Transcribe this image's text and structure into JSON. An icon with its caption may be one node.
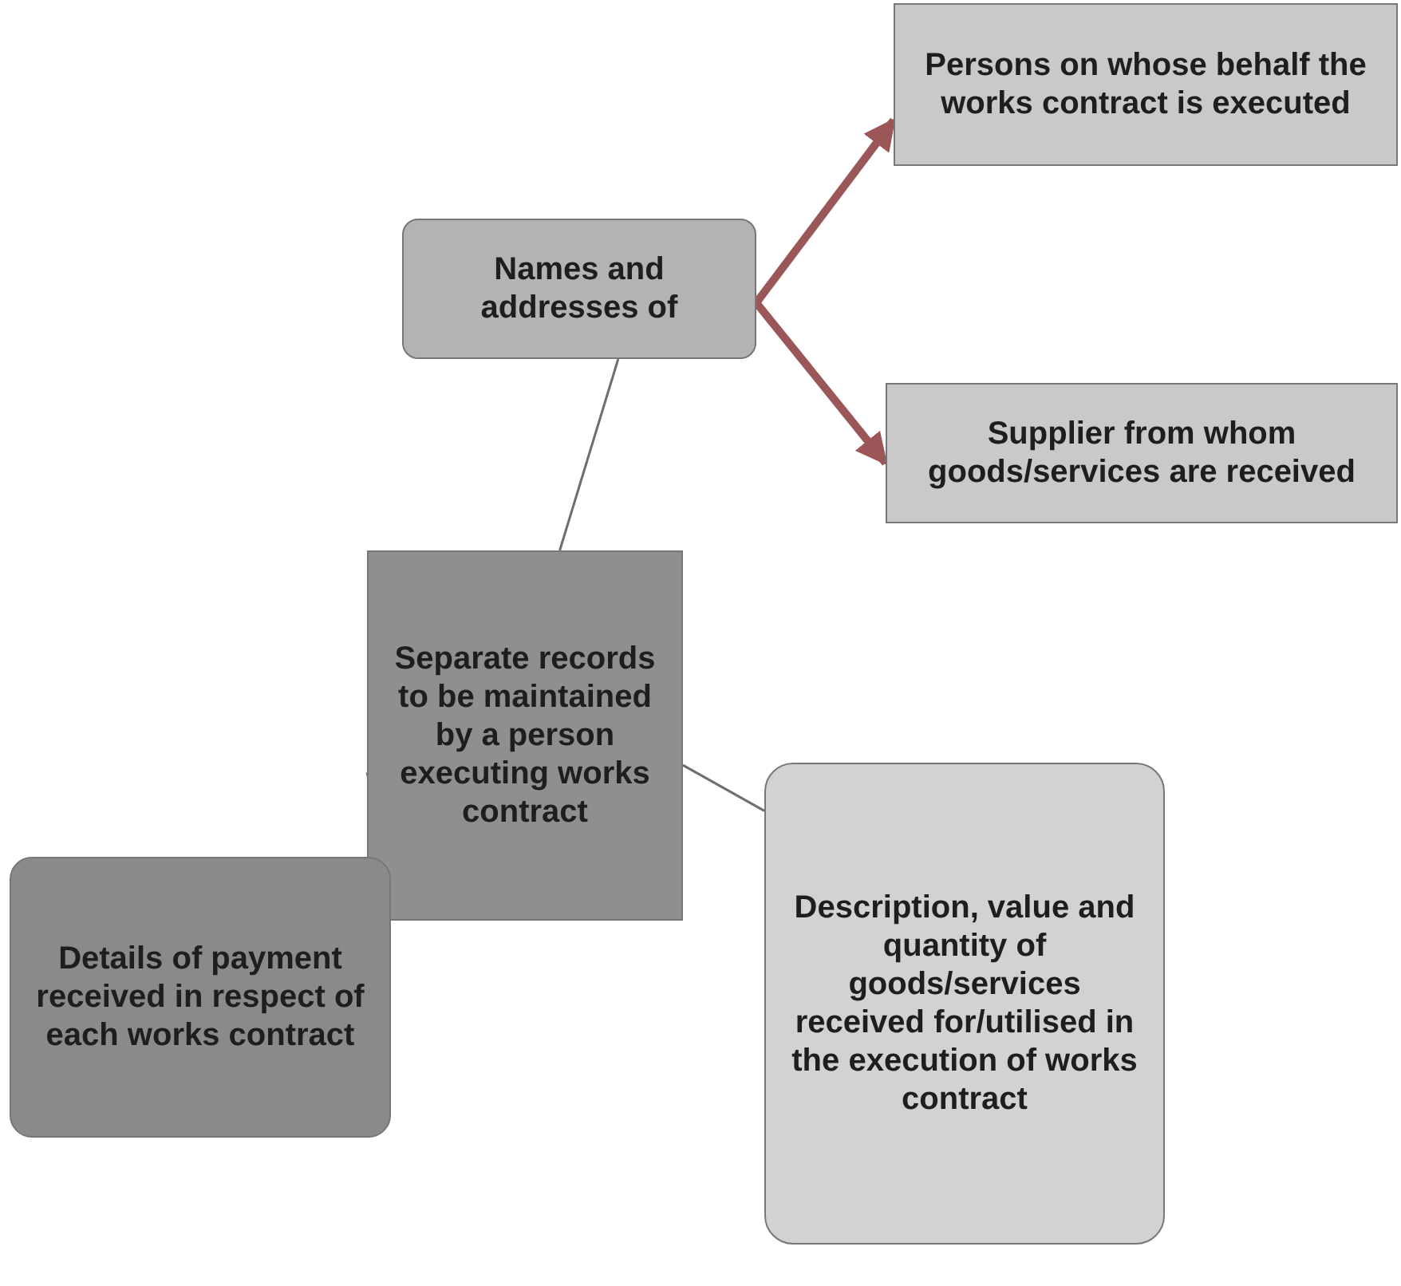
{
  "diagram": {
    "nodes": [
      {
        "text": [
          "Names and addresses of"
        ]
      },
      {
        "text": [
          "Persons on whose behalf the works contract is executed"
        ]
      },
      {
        "text": [
          "Supplier from whom goods/services are received"
        ]
      },
      {
        "text": [
          "Separate records to be maintained by a person executing works contract"
        ]
      },
      {
        "text": [
          "Details of payment received in respect of each works contract"
        ]
      },
      {
        "text": [
          "Description, value and quantity of goods/services received for/utilised in the execution of works contract"
        ]
      }
    ],
    "edges": [
      {
        "from": 3,
        "to": 0,
        "arrow": "none"
      },
      {
        "from": 0,
        "to": 1,
        "arrow": "to",
        "style": "thick",
        "color": "#9b5757"
      },
      {
        "from": 0,
        "to": 2,
        "arrow": "to",
        "style": "thick",
        "color": "#9b5757"
      },
      {
        "from": 3,
        "to": 4,
        "arrow": "none"
      },
      {
        "from": 3,
        "to": 5,
        "arrow": "none"
      }
    ]
  }
}
